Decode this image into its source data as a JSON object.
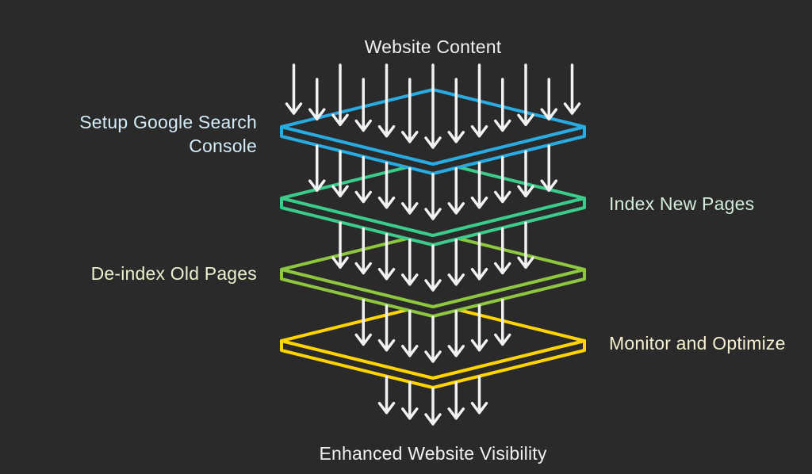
{
  "background": "#2a2a2a",
  "title": {
    "text": "Website Content",
    "color": "#f0f0f0"
  },
  "footer": {
    "text": "Enhanced Website Visibility",
    "color": "#f0f0f0"
  },
  "layers": [
    {
      "label": "Setup Google Search Console",
      "side": "left",
      "edge_color": "#29abe2",
      "label_color": "#d4ebf8"
    },
    {
      "label": "Index New Pages",
      "side": "right",
      "edge_color": "#3bcb8b",
      "label_color": "#d2ecd9"
    },
    {
      "label": "De-index Old Pages",
      "side": "left",
      "edge_color": "#8dc63f",
      "label_color": "#e9f2cf"
    },
    {
      "label": "Monitor and Optimize",
      "side": "right",
      "edge_color": "#ffd400",
      "label_color": "#f5f0d1"
    }
  ],
  "arrows": {
    "color": "#f2f2f2",
    "counts": [
      13,
      11,
      9,
      7,
      5
    ]
  }
}
